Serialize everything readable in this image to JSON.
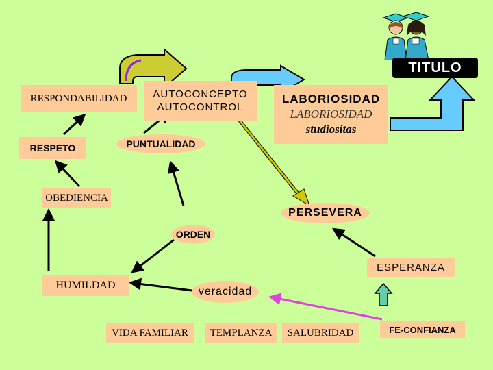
{
  "nodes": {
    "responsabilidad": "RESPONDABILIDAD",
    "autoconcepto": "AUTOCONCEPTO",
    "autocontrol": "AUTOCONTROL",
    "laboriosidad_1": "LABORIOSIDAD",
    "laboriosidad_2": "LABORIOSIDAD",
    "laboriosidad_3": "studiositas",
    "respeto": "RESPETO",
    "puntualidad": "PUNTUALIDAD",
    "obediencia": "OBEDIENCIA",
    "persevera": "PERSEVERA",
    "orden": "ORDEN",
    "esperanza": "ESPERANZA",
    "humildad": "HUMILDAD",
    "veracidad": "veracidad",
    "vida_familiar": "VIDA FAMILIAR",
    "templanza": "TEMPLANZA",
    "salubridad": "SALUBRIDAD",
    "fe_confianza": "FE-CONFIANZA",
    "titulo": "TITULO"
  },
  "colors": {
    "background": "#ccff99",
    "node_fill": "#ffcc99",
    "titulo_fill": "#000000",
    "titulo_text": "#ffffff",
    "arrow_green_yellow": "#cccc33",
    "arrow_blue": "#66ccff",
    "arrow_olive": "#cccc00",
    "arrow_magenta": "#dd44dd",
    "arrow_black": "#000000"
  },
  "icons": {
    "graduates": "graduates-clipart-icon"
  }
}
